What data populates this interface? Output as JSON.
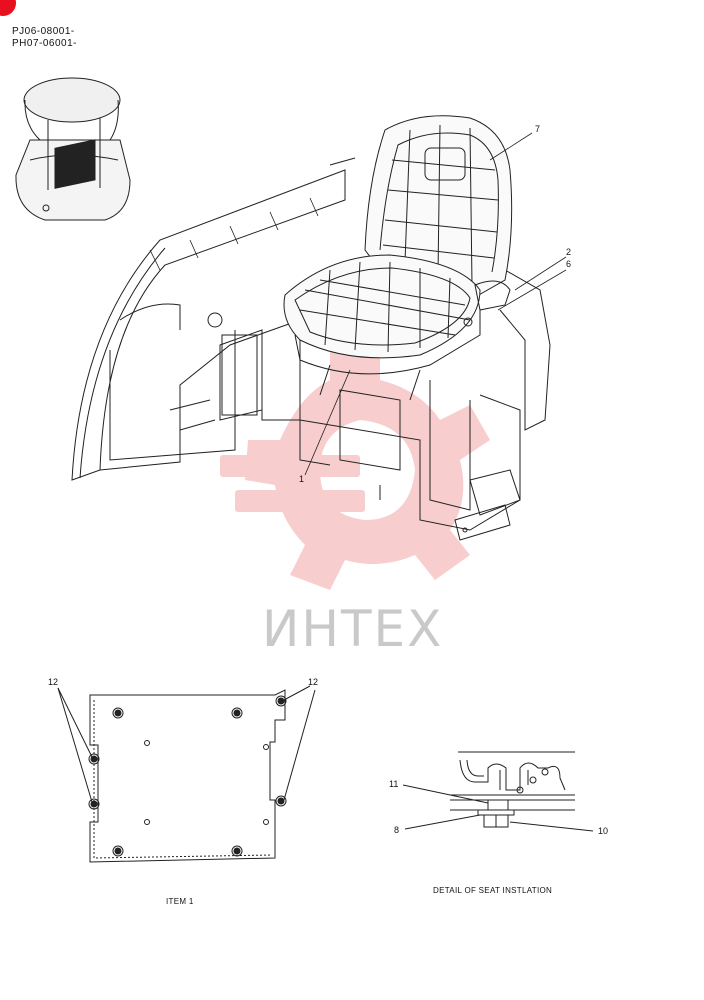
{
  "header": {
    "serial_1": "PJ06-08001-",
    "serial_2": "PH07-06001-"
  },
  "callouts": {
    "c7": "7",
    "c2": "2",
    "c6": "6",
    "c1": "1",
    "c12_left": "12",
    "c12_right": "12",
    "c11": "11",
    "c8": "8",
    "c10": "10"
  },
  "captions": {
    "item1": "ITEM 1",
    "detail": "DETAIL OF SEAT INSTLATION"
  },
  "watermark": {
    "text": "ИНТЕХ",
    "color": "#e8101e"
  }
}
